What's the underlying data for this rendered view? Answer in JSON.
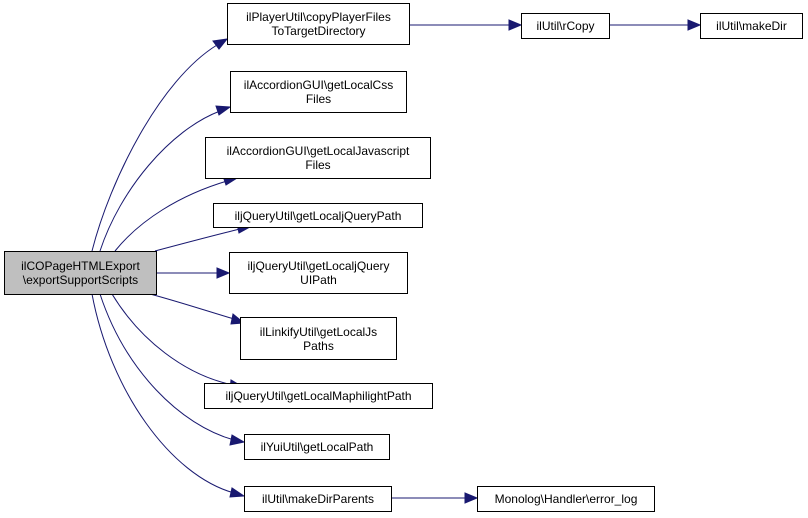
{
  "graph": {
    "edge_color": "#191970",
    "root_fill": "#bfbfbf",
    "root": {
      "line1": "ilCOPageHTMLExport",
      "line2": "\\exportSupportScripts"
    },
    "nodes": {
      "copy_player_files": {
        "line1": "ilPlayerUtil\\copyPlayerFiles",
        "line2": "ToTargetDirectory"
      },
      "rcopy": {
        "line1": "ilUtil\\rCopy"
      },
      "make_dir": {
        "line1": "ilUtil\\makeDir"
      },
      "accordion_css": {
        "line1": "ilAccordionGUI\\getLocalCss",
        "line2": "Files"
      },
      "accordion_js": {
        "line1": "ilAccordionGUI\\getLocalJavascript",
        "line2": "Files"
      },
      "jquery_path": {
        "line1": "iljQueryUtil\\getLocaljQueryPath"
      },
      "jquery_ui_path": {
        "line1": "iljQueryUtil\\getLocaljQuery",
        "line2": "UIPath"
      },
      "linkify_paths": {
        "line1": "ilLinkifyUtil\\getLocalJs",
        "line2": "Paths"
      },
      "maphilight_path": {
        "line1": "iljQueryUtil\\getLocalMaphilightPath"
      },
      "yui_path": {
        "line1": "ilYuiUtil\\getLocalPath"
      },
      "make_dir_parents": {
        "line1": "ilUtil\\makeDirParents"
      },
      "error_log": {
        "line1": "Monolog\\Handler\\error_log"
      }
    }
  }
}
